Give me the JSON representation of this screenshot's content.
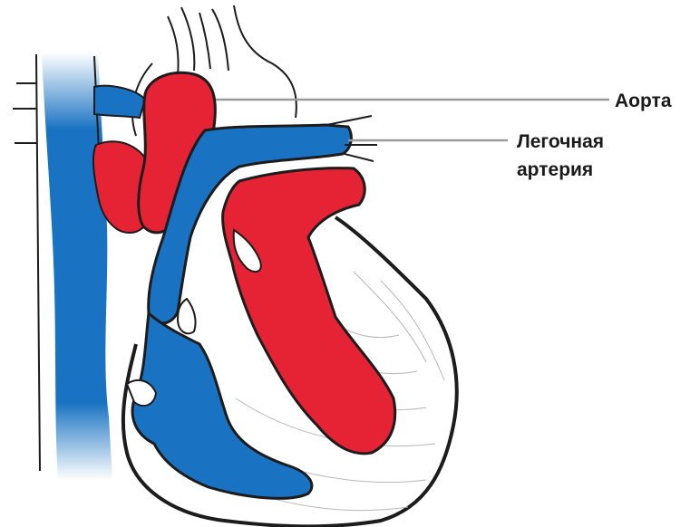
{
  "labels": {
    "aorta": "Аорта",
    "pulmonary_artery_line1": "Легочная",
    "pulmonary_artery_line2": "артерия"
  },
  "colors": {
    "oxygenated_red": "#e62335",
    "deoxygenated_blue": "#1a73c2",
    "outline": "#1c1c1c",
    "leader_line": "#9a9a9a"
  }
}
